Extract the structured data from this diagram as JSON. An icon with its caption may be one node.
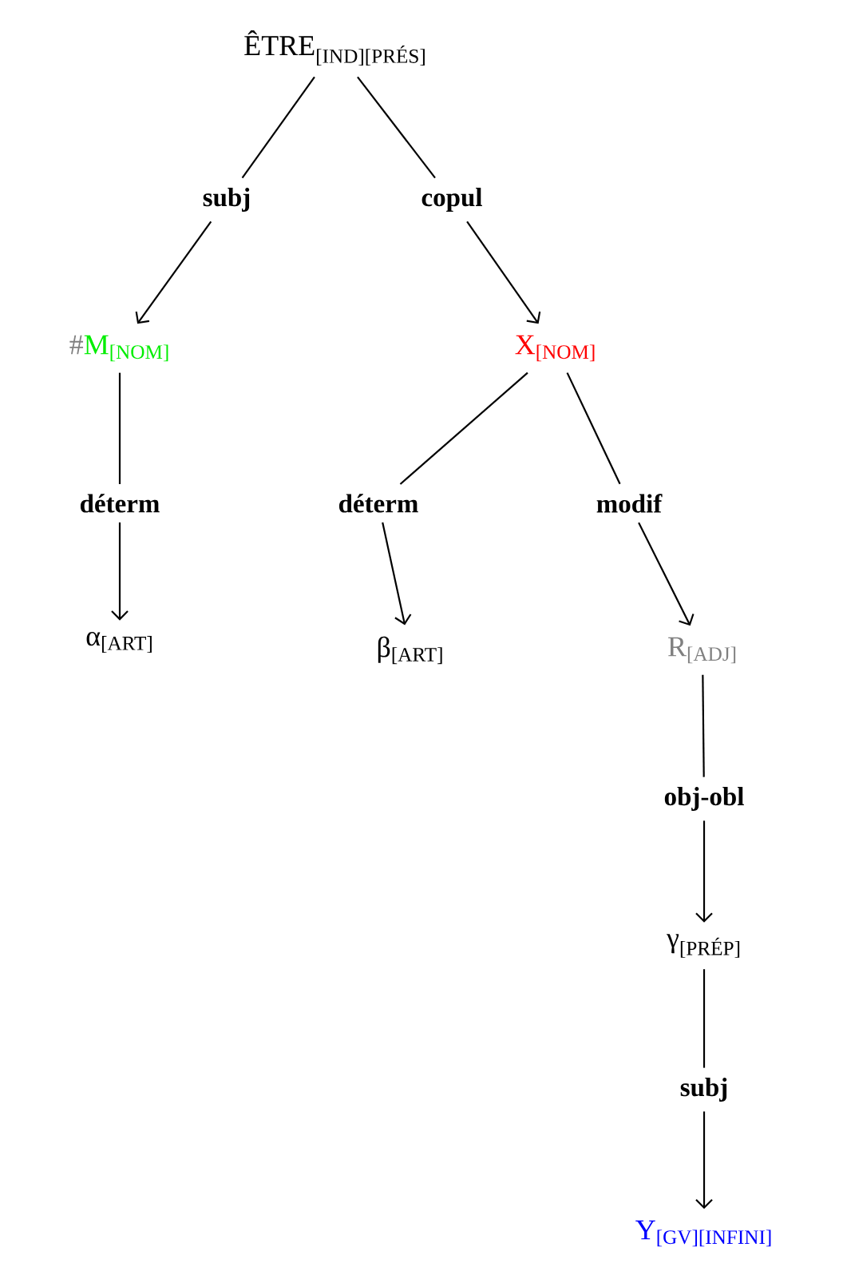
{
  "diagram": {
    "nodes": [
      {
        "text": [
          "ÊTRE$_{[IND][PRÉS]}$"
        ]
      },
      {
        "text": [
          "subj"
        ]
      },
      {
        "text": [
          "copul"
        ]
      },
      {
        "text": [
          "#",
          "M$_{[NOM]}$"
        ]
      },
      {
        "text": [
          "X$_{[NOM]}$"
        ]
      },
      {
        "text": [
          "déterm"
        ]
      },
      {
        "text": [
          "déterm"
        ]
      },
      {
        "text": [
          "modif"
        ]
      },
      {
        "text": [
          "α$_{[ART]}$"
        ]
      },
      {
        "text": [
          "β$_{[ART]}$"
        ]
      },
      {
        "text": [
          "R$_{[ADJ]}$"
        ]
      },
      {
        "text": [
          "obj-obl"
        ]
      },
      {
        "text": [
          "γ$_{[PRÉP]}$"
        ]
      },
      {
        "text": [
          "subj"
        ]
      },
      {
        "text": [
          "Y$_{[GV][INFINI]}$"
        ]
      }
    ],
    "edges": [
      {
        "from": 0,
        "to": 1,
        "arrow": "none"
      },
      {
        "from": 0,
        "to": 2,
        "arrow": "none"
      },
      {
        "from": 1,
        "to": 3,
        "arrow": "to"
      },
      {
        "from": 2,
        "to": 4,
        "arrow": "to"
      },
      {
        "from": 3,
        "to": 5,
        "arrow": "none"
      },
      {
        "from": 5,
        "to": 8,
        "arrow": "to"
      },
      {
        "from": 4,
        "to": 6,
        "arrow": "none"
      },
      {
        "from": 4,
        "to": 7,
        "arrow": "none"
      },
      {
        "from": 6,
        "to": 9,
        "arrow": "to"
      },
      {
        "from": 7,
        "to": 10,
        "arrow": "to"
      },
      {
        "from": 10,
        "to": 11,
        "arrow": "none"
      },
      {
        "from": 11,
        "to": 12,
        "arrow": "to"
      },
      {
        "from": 12,
        "to": 13,
        "arrow": "none"
      },
      {
        "from": 13,
        "to": 14,
        "arrow": "to"
      }
    ]
  }
}
